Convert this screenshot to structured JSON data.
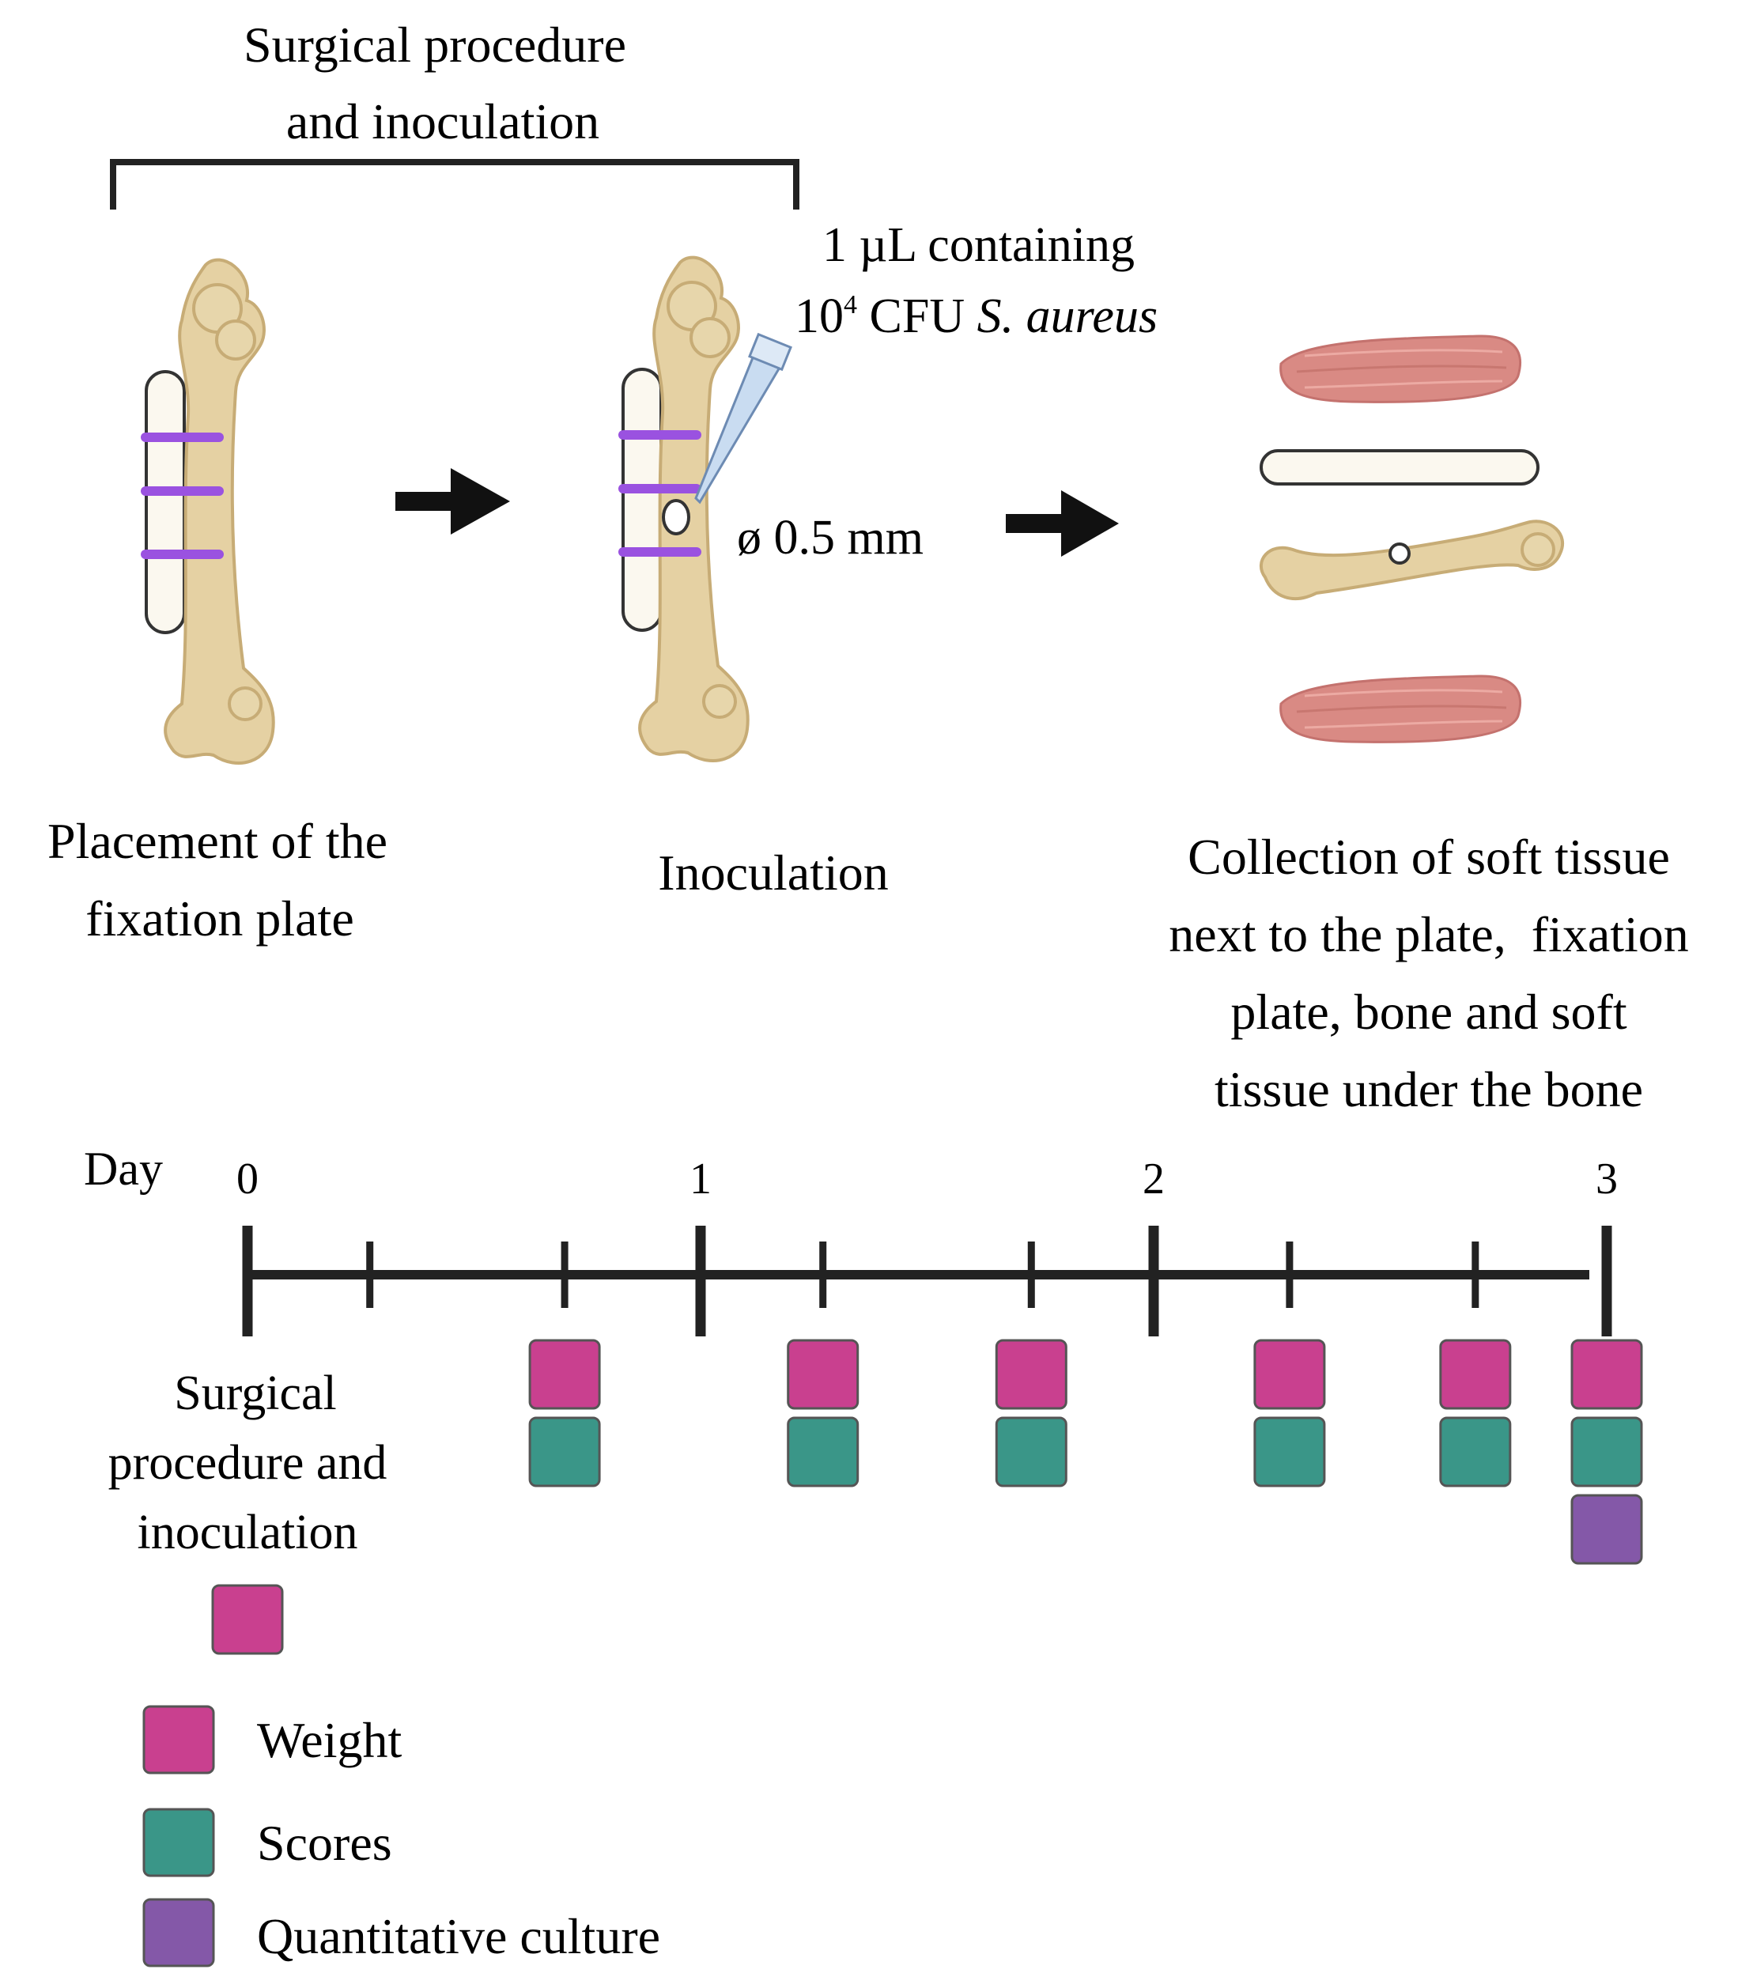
{
  "header": {
    "line1": "Surgical procedure",
    "line2": "and inoculation"
  },
  "inoculum": {
    "line1": "1 µL containing",
    "base": "10",
    "exp": "4",
    "cfu": " CFU ",
    "species": "S. aureus"
  },
  "hole_size": "ø 0.5 mm",
  "steps": {
    "placement": [
      "Placement of the",
      "fixation plate"
    ],
    "inoculation": [
      "Inoculation"
    ],
    "collection": [
      "Collection of soft tissue",
      "next to the plate,  fixation",
      "plate, bone and soft",
      "tissue under the bone"
    ]
  },
  "timeline": {
    "axis_label": "Day",
    "days": [
      "0",
      "1",
      "2",
      "3"
    ],
    "day0_label": [
      "Surgical",
      "procedure and",
      "inoculation"
    ],
    "measurements_at_day_fraction": [
      {
        "day": 0,
        "items": [
          "weight"
        ]
      },
      {
        "day": 0.7,
        "items": [
          "weight",
          "scores"
        ]
      },
      {
        "day": 1.27,
        "items": [
          "weight",
          "scores"
        ]
      },
      {
        "day": 1.73,
        "items": [
          "weight",
          "scores"
        ]
      },
      {
        "day": 2.3,
        "items": [
          "weight",
          "scores"
        ]
      },
      {
        "day": 2.71,
        "items": [
          "weight",
          "scores"
        ]
      },
      {
        "day": 3,
        "items": [
          "weight",
          "scores",
          "culture"
        ]
      }
    ]
  },
  "legend": [
    {
      "key": "weight",
      "label": "Weight",
      "color": "#c9408f"
    },
    {
      "key": "scores",
      "label": "Scores",
      "color": "#3a9688"
    },
    {
      "key": "culture",
      "label": "Quantitative culture",
      "color": "#8458a8"
    }
  ],
  "colors": {
    "bone": "#e5d1a3",
    "bone_stroke": "#c7ac76",
    "cerclage": "#9a52e0",
    "plate": "#fbf8ef",
    "muscle": "#d98a84",
    "axis": "#222222"
  }
}
